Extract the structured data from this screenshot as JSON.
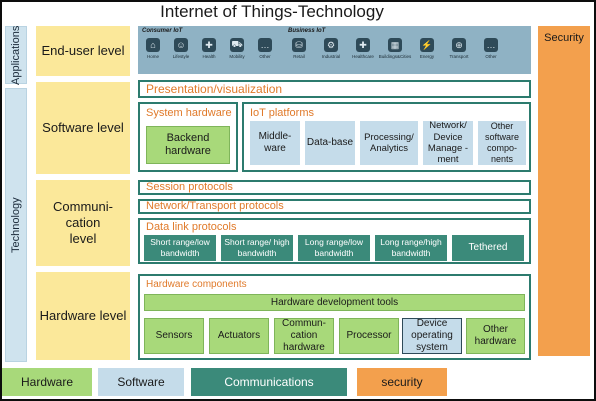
{
  "title": "Internet of Things-Technology",
  "sidebar": {
    "applications": "Applications",
    "technology": "Technology"
  },
  "security_column": "Security",
  "levels": {
    "enduser": "End-user level",
    "software": "Software level",
    "communication": "Communi-\ncation\nlevel",
    "hardware": "Hardware level"
  },
  "enduser": {
    "consumer_label": "Consumer IoT",
    "business_label": "Business IoT",
    "consumer_items": [
      {
        "icon": "home-icon",
        "glyph": "⌂",
        "label": "Home"
      },
      {
        "icon": "lifestyle-icon",
        "glyph": "☺",
        "label": "Lifestyle"
      },
      {
        "icon": "health-icon",
        "glyph": "✚",
        "label": "Health"
      },
      {
        "icon": "mobility-icon",
        "glyph": "⛟",
        "label": "Mobility"
      },
      {
        "icon": "other-icon",
        "glyph": "…",
        "label": "Other"
      }
    ],
    "business_items": [
      {
        "icon": "retail-icon",
        "glyph": "⛁",
        "label": "Retail"
      },
      {
        "icon": "industrial-icon",
        "glyph": "⚙",
        "label": "Industrial"
      },
      {
        "icon": "healthcare-icon",
        "glyph": "✚",
        "label": "Healthcare"
      },
      {
        "icon": "buildings-icon",
        "glyph": "▦",
        "label": "Buildings&Cities"
      },
      {
        "icon": "energy-icon",
        "glyph": "⚡",
        "label": "Energy"
      },
      {
        "icon": "transport-icon",
        "glyph": "⊕",
        "label": "Transport"
      },
      {
        "icon": "other-business-icon",
        "glyph": "…",
        "label": "Other"
      }
    ]
  },
  "software": {
    "presentation": "Presentation/visualization",
    "system_hardware_title": "System hardware",
    "backend": "Backend hardware",
    "iot_platforms_title": "IoT platforms",
    "platforms": [
      "Middle-ware",
      "Data-base",
      "Processing/ Analytics",
      "Network/ Device Manage -ment",
      "Other software compo-nents"
    ]
  },
  "communication": {
    "session": "Session protocols",
    "network": "Network/Transport protocols",
    "datalink_title": "Data link protocols",
    "datalink": [
      "Short range/low bandwidth",
      "Short range/ high bandwidth",
      "Long range/low bandwidth",
      "Long range/high bandwidth",
      "Tethered"
    ]
  },
  "hardware": {
    "components_title": "Hardware components",
    "dev_tools": "Hardware development tools",
    "items": [
      "Sensors",
      "Actuators",
      "Commun-cation hardware",
      "Processor",
      "Device operating system",
      "Other hardware"
    ]
  },
  "legend": [
    {
      "label": "Hardware",
      "color": "#a8d97a"
    },
    {
      "label": "Software",
      "color": "#c5dcea"
    },
    {
      "label": "Communications",
      "color": "#3b8a7a"
    },
    {
      "label": "security",
      "color": "#f3a04d"
    }
  ]
}
